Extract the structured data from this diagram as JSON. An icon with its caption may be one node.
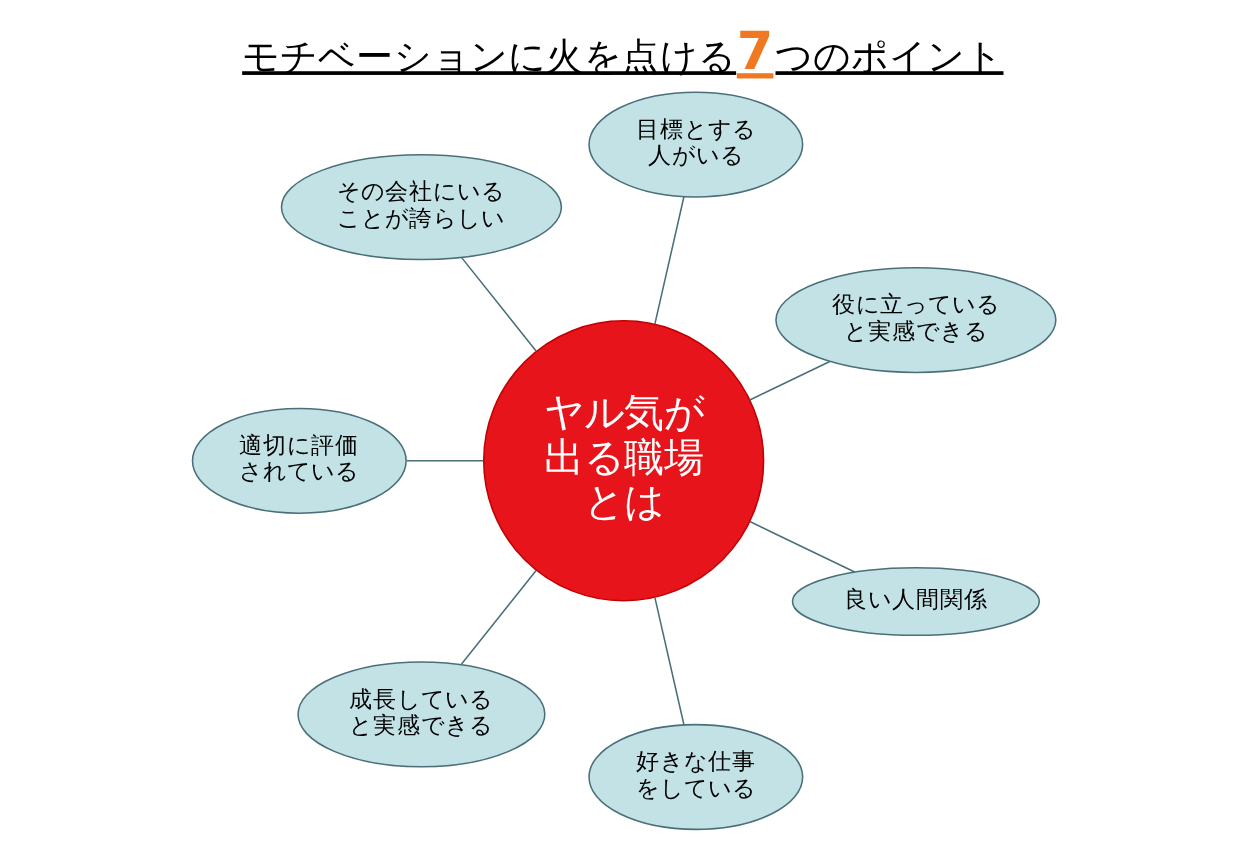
{
  "diagram": {
    "title": "モチベーションに火を点ける7つのポイント",
    "nodes": [
      {
        "text": [
          "役に立っていると実感できる"
        ]
      },
      {
        "text": [
          "目標とする人がいる"
        ]
      },
      {
        "text": [
          "その会社にいることが誇らしい"
        ]
      },
      {
        "text": [
          "ヤル気が出る職場とは"
        ]
      },
      {
        "text": [
          "適切に評価されている"
        ]
      },
      {
        "text": [
          "成長していると実感できる"
        ]
      },
      {
        "text": [
          "好きな仕事をしている"
        ]
      },
      {
        "text": [
          "良い人間関係"
        ]
      }
    ],
    "edges": [
      {
        "from": 0,
        "to": 3,
        "arrow": "none"
      },
      {
        "from": 1,
        "to": 3,
        "arrow": "none"
      },
      {
        "from": 2,
        "to": 3,
        "arrow": "none"
      },
      {
        "from": 4,
        "to": 3,
        "arrow": "none"
      },
      {
        "from": 5,
        "to": 3,
        "arrow": "none"
      },
      {
        "from": 6,
        "to": 3,
        "arrow": "none"
      },
      {
        "from": 7,
        "to": 3,
        "arrow": "none"
      }
    ]
  }
}
